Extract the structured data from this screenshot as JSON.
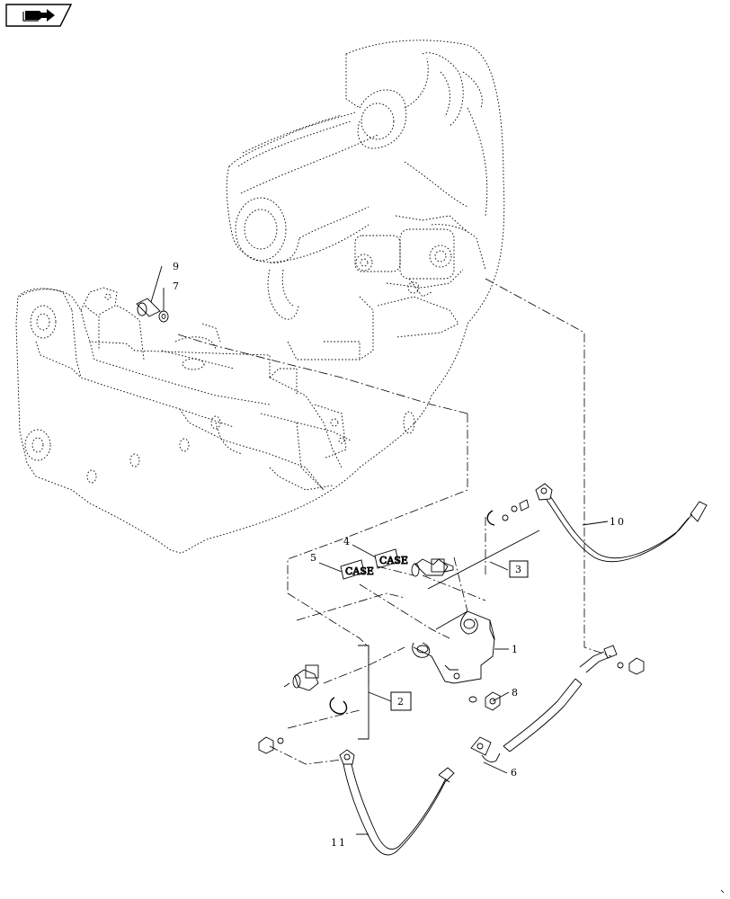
{
  "navigation": {
    "icon": "book-arrow-icon"
  },
  "callouts": {
    "c1": "1",
    "c2": "2",
    "c3": "3",
    "c4": "4",
    "c5": "5",
    "c6": "6",
    "c7": "7",
    "c8": "8",
    "c9": "9",
    "c10": "10",
    "c11": "11"
  },
  "decals": {
    "left": "CASE",
    "right": "CASE"
  }
}
